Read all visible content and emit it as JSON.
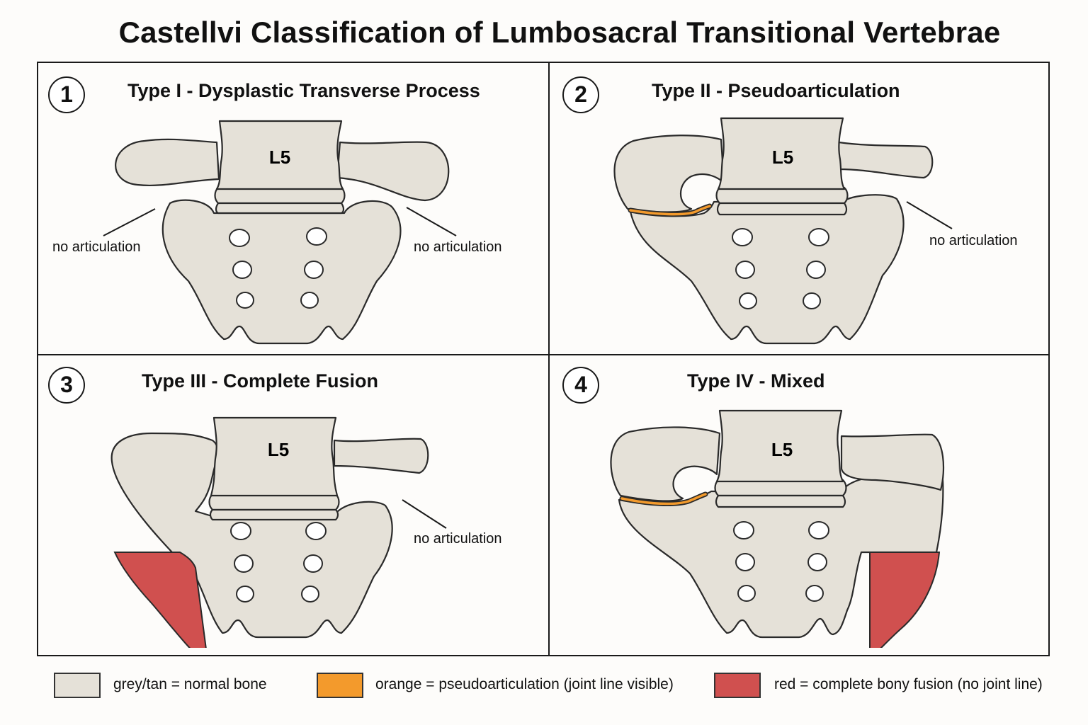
{
  "title": "Castellvi Classification of Lumbosacral Transitional Vertebrae",
  "colors": {
    "bone": "#e5e1d8",
    "outline": "#2a2a2a",
    "orange": "#f39a2c",
    "red": "#d0504f"
  },
  "panels": [
    {
      "number": "1",
      "title": "Type I - Dysplastic Transverse Process",
      "vertebra": "L5",
      "annotations": [
        "no articulation",
        "no articulation"
      ]
    },
    {
      "number": "2",
      "title": "Type II - Pseudoarticulation",
      "vertebra": "L5",
      "annotations": [
        "no articulation"
      ]
    },
    {
      "number": "3",
      "title": "Type III - Complete Fusion",
      "vertebra": "L5",
      "annotations": [
        "no articulation"
      ]
    },
    {
      "number": "4",
      "title": "Type IV - Mixed",
      "vertebra": "L5",
      "annotations": []
    }
  ],
  "legend": [
    {
      "color": "#e5e1d8",
      "text": "grey/tan = normal bone"
    },
    {
      "color": "#f39a2c",
      "text": "orange = pseudoarticulation (joint line visible)"
    },
    {
      "color": "#d0504f",
      "text": "red = complete bony fusion (no joint line)"
    }
  ]
}
